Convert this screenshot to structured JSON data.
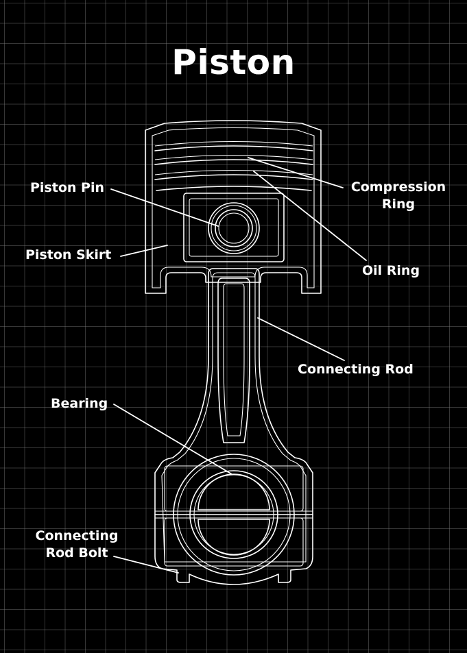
{
  "title": "Piston",
  "colors": {
    "background": "#000000",
    "grid": "#787878",
    "line": "#ffffff"
  },
  "labels": {
    "piston_pin": "Piston Pin",
    "compression_ring": [
      "Compression",
      "Ring"
    ],
    "piston_skirt": "Piston Skirt",
    "oil_ring": "Oil Ring",
    "connecting_rod": "Connecting Rod",
    "bearing": "Bearing",
    "connecting_rod_bolt": [
      "Connecting",
      "Rod Bolt"
    ]
  }
}
